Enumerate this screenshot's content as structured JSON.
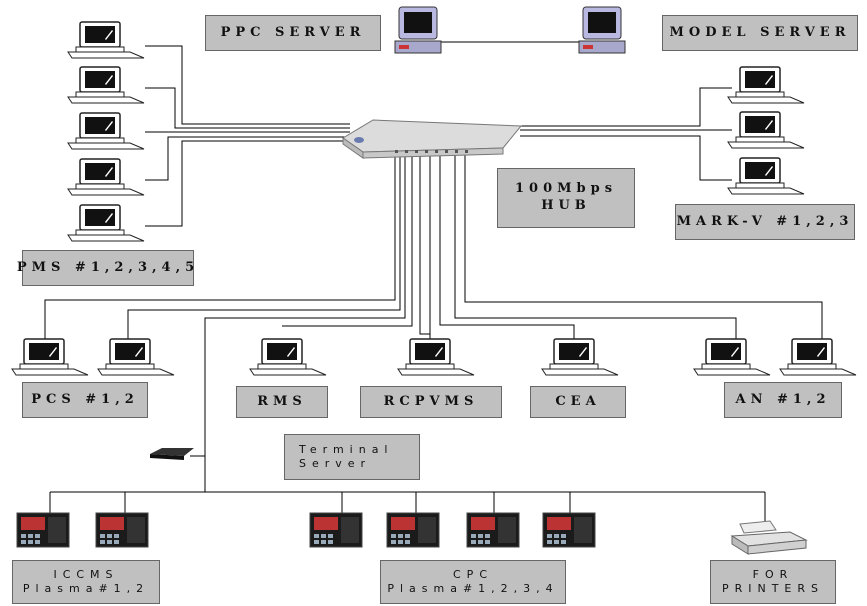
{
  "labels": {
    "ppc_server": "PPC SERVER",
    "model_server": "MODEL SERVER",
    "pms": "PMS #1,2,3,4,5",
    "hub_line1": "100Mbps",
    "hub_line2": "HUB",
    "mark_v": "MARK-V #1,2,3",
    "pcs": "PCS #1,2",
    "rms": "RMS",
    "rcpvms": "RCPVMS",
    "cea": "CEA",
    "an": "AN #1,2",
    "terminal_line1": "Terminal",
    "terminal_line2": "Server",
    "iccms_line1": "ICCMS",
    "iccms_line2": "Plasma#1,2",
    "cpc_line1": "CPC",
    "cpc_line2": "Plasma#1,2,3,4",
    "printers_line1": "FOR",
    "printers_line2": "PRINTERS"
  },
  "icons": {
    "workstation": "desktop-computer-icon",
    "server": "server-computer-icon",
    "hub": "network-hub-icon",
    "terminal_server": "terminal-server-icon",
    "plasma": "plasma-display-controller-icon",
    "printer": "printer-icon"
  },
  "colors": {
    "label_fill": "#c0c0c0",
    "wire": "#000000",
    "screen": "#111111"
  }
}
